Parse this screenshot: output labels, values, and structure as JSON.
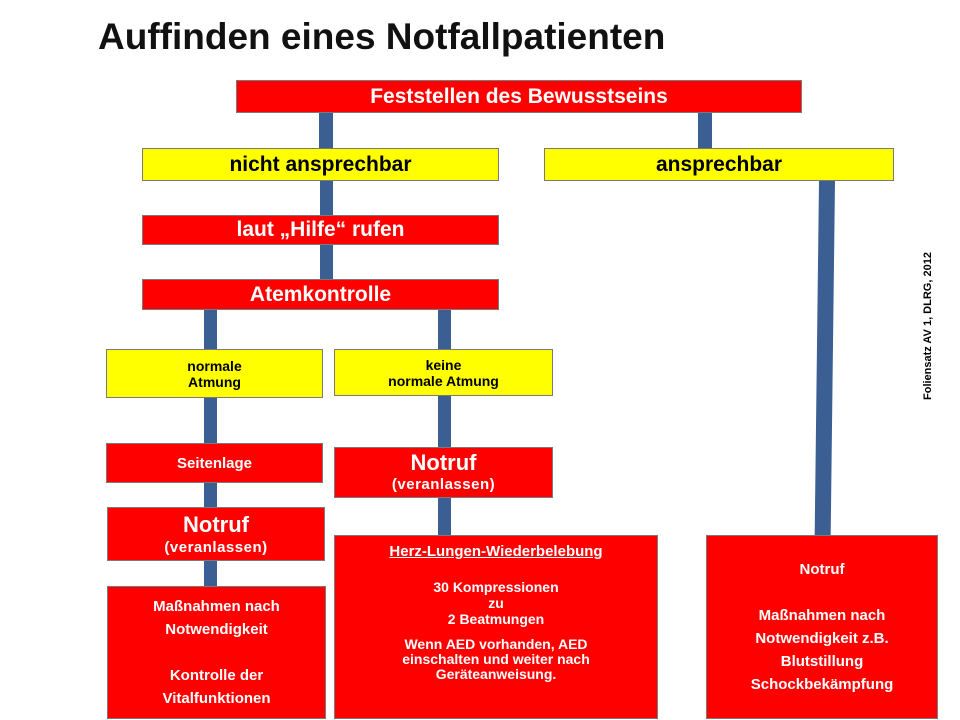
{
  "title": "Auffinden eines Notfallpatienten",
  "colors": {
    "alarm": "#ff0000",
    "highlight": "#ffff00",
    "connector": "#3b5f93"
  },
  "flow": {
    "start": "Feststellen des Bewusstseins",
    "not_responsive": {
      "label": "nicht ansprechbar",
      "call_help": "laut „Hilfe“ rufen",
      "breath_check": "Atemkontrolle",
      "normal_breathing": {
        "line1": "normale",
        "line2": "Atmung",
        "step1": "Seitenlage",
        "call_title": "Notruf",
        "call_sub": "(veranlassen)",
        "measures": [
          "Maßnahmen nach",
          "Notwendigkeit",
          "",
          "Kontrolle der",
          "Vitalfunktionen"
        ]
      },
      "no_normal_breathing": {
        "line1": "keine",
        "line2": "normale Atmung",
        "call_title": "Notruf",
        "call_sub": "(veranlassen)",
        "cpr_title": "Herz-Lungen-Wiederbelebung",
        "cpr_lines": [
          "30 Kompressionen",
          "zu",
          "2 Beatmungen"
        ],
        "aed_lines": [
          "Wenn AED vorhanden, AED",
          "einschalten und weiter nach",
          "Geräteanweisung."
        ]
      }
    },
    "responsive": {
      "label": "ansprechbar",
      "lines": [
        "Notruf",
        "",
        "Maßnahmen nach",
        "Notwendigkeit z.B.",
        "Blutstillung",
        "Schockbekämpfung"
      ]
    }
  },
  "side_note": "Foliensatz AV 1, DLRG, 2012"
}
